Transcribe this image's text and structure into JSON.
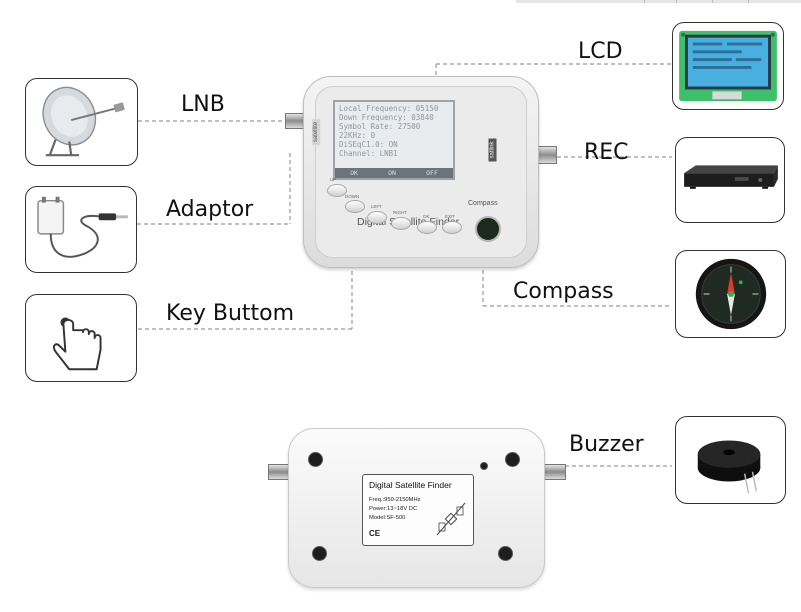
{
  "labels": {
    "lcd": "LCD",
    "lnb": "LNB",
    "rec": "REC",
    "adaptor": "Adaptor",
    "compass": "Compass",
    "key_button": "Key Buttom",
    "buzzer": "Buzzer"
  },
  "device": {
    "title": "Digital Satellite Finder",
    "compass_label": "Compass",
    "brand_side": "satellite",
    "brand_right": "satlink",
    "buttons": [
      "UP",
      "DOWN",
      "LEFT",
      "RIGHT",
      "OK",
      "EXIT"
    ],
    "lcd_lines": [
      "Local Frequency: 05150",
      "Down Frequency: 03840",
      "Symbol Rate:     27500",
      "22KHz:              0",
      "",
      "DiSEqC1.0:         ON",
      "Channel:         LNB1"
    ],
    "lcd_bar": [
      "OK",
      "ON",
      "OFF"
    ]
  },
  "rear": {
    "title": "Digital Satellite Finder",
    "freq": "Freq.:950-2150MHz",
    "power": "Power:13~18V DC",
    "model": "Model:SF-500",
    "ce_mark": "CE"
  },
  "colors": {
    "line": "#9a9a9a",
    "box_border": "#333333",
    "pcb_green": "#3fbf6a",
    "lcd_blue": "#49aee0"
  },
  "icons": [
    "satellite-dish-icon",
    "receiver-box-icon",
    "power-adaptor-icon",
    "compass-icon",
    "hand-pointer-icon",
    "buzzer-icon",
    "lcd-module-icon"
  ]
}
